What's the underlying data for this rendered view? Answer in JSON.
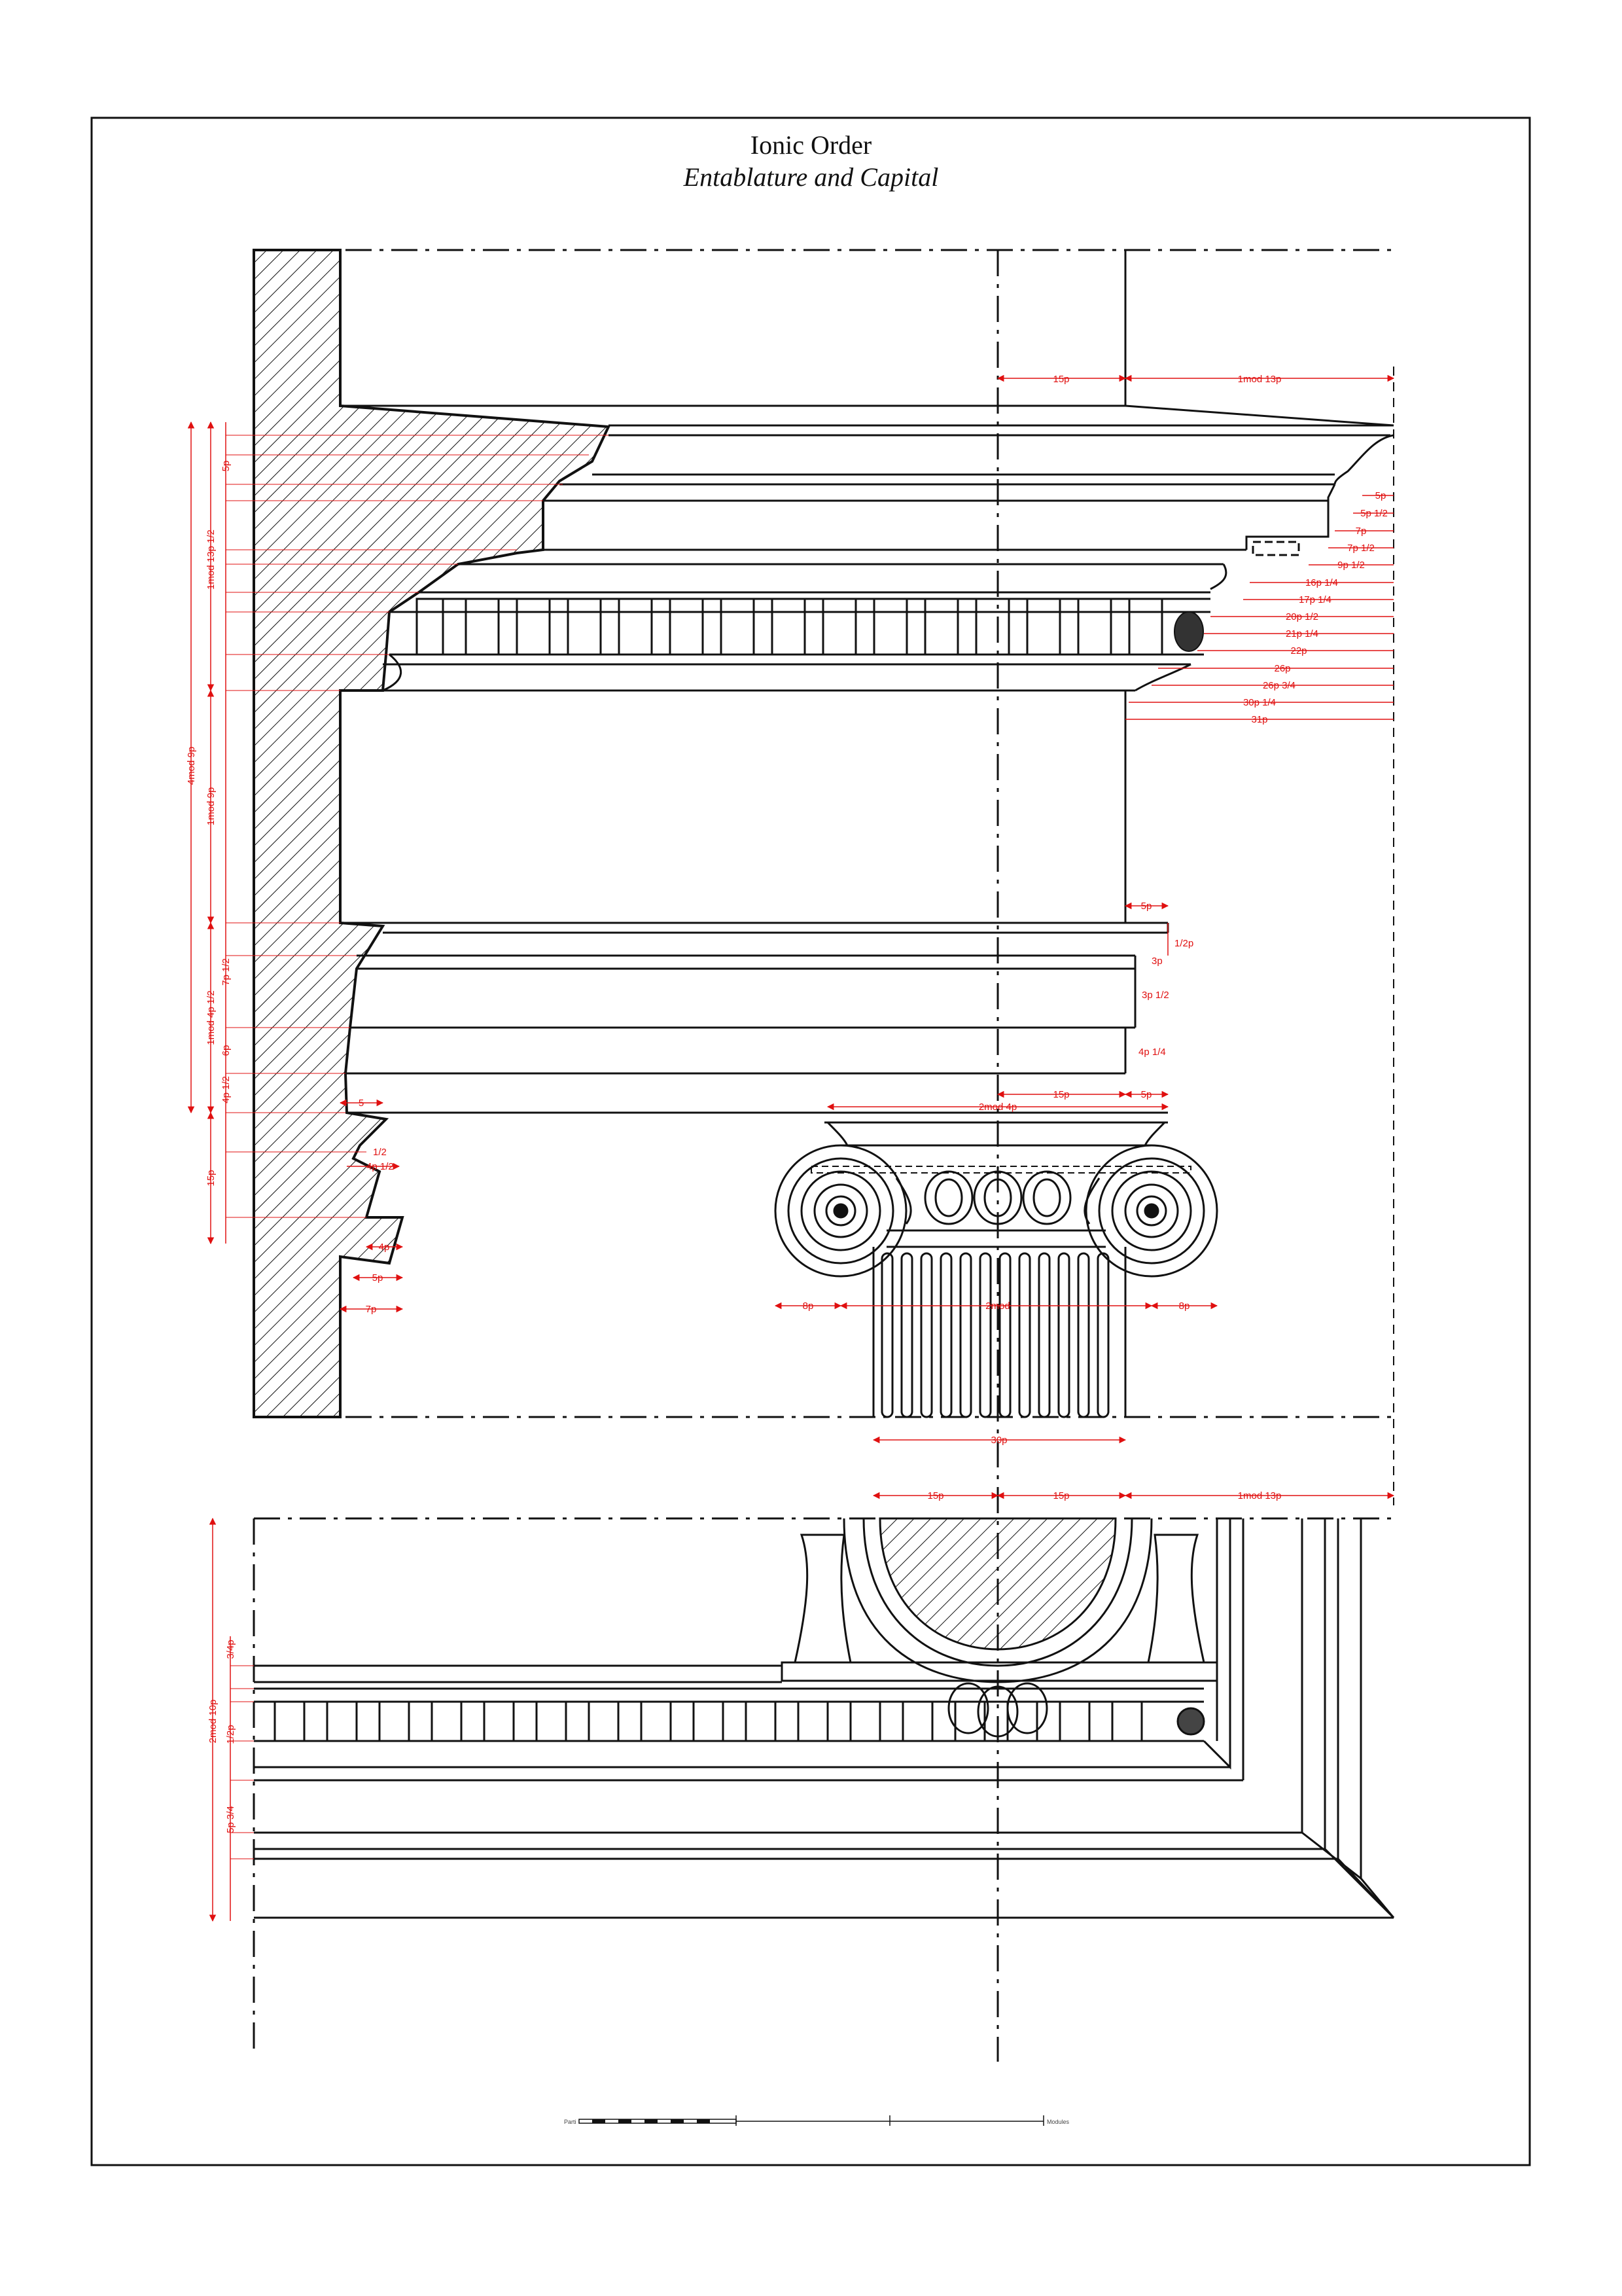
{
  "title": "Ionic Order",
  "subtitle": "Entablature and Capital",
  "colors": {
    "line": "#111111",
    "dimension": "#e01010",
    "paper": "#ffffff"
  },
  "dimensions": {
    "top": [
      "15p",
      "1mod 13p"
    ],
    "cornice_right": [
      "5p",
      "5p 1/2",
      "7p",
      "7p 1/2",
      "9p 1/2",
      "16p 1/4",
      "17p 1/4",
      "20p 1/2",
      "21p 1/4",
      "22p",
      "26p",
      "26p 3/4",
      "30p 1/4",
      "31p"
    ],
    "frieze_right": "5p",
    "architrave_right": [
      "1/2p",
      "3p",
      "3p 1/2",
      "4p 1/4"
    ],
    "capital_top": [
      "15p",
      "5p",
      "2mod 4p"
    ],
    "volute": [
      "8p",
      "2mod",
      "8p"
    ],
    "shaft": "30p",
    "plan_top": [
      "15p",
      "15p",
      "1mod 13p"
    ],
    "left_vertical": [
      "4mod 9p",
      "1mod 13p 1/2",
      "1mod 9p",
      "1mod 4p 1/2",
      "15p",
      "5p",
      "7p 1/2",
      "6p",
      "4p 1/2"
    ],
    "left_horizontal": [
      "5",
      "1/2",
      "4p 1/2",
      "4p",
      "5p",
      "7p"
    ],
    "plan_left": [
      "2mod 10p",
      "3/4p",
      "1/2p",
      "5p 3/4"
    ]
  },
  "scale": {
    "left": "Parti",
    "right": "Modules"
  }
}
